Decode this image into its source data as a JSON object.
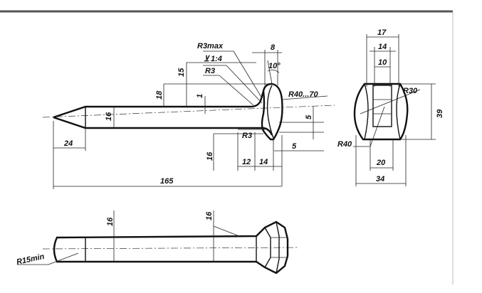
{
  "drawing": {
    "side_view": {
      "dims": {
        "r3max": "R3max",
        "taper": "1:4",
        "r3_top": "R3",
        "d15": "15",
        "d18": "18",
        "d1": "1",
        "d16_shank": "16",
        "d8": "8",
        "angle": "10°",
        "r40_70": "R40...70",
        "d5_a": "5",
        "r3_bottom": "R3",
        "d16_low": "16",
        "d5_b": "5",
        "d12": "12",
        "d14": "14",
        "d24": "24",
        "d165": "165"
      }
    },
    "end_view": {
      "dims": {
        "d17": "17",
        "d14": "14",
        "d10": "10",
        "r30": "R30",
        "d39": "39",
        "r40": "R40",
        "d20": "20",
        "d34": "34"
      }
    },
    "top_view": {
      "dims": {
        "d16_a": "16",
        "d16_b": "16",
        "r15min": "R15min"
      }
    }
  }
}
